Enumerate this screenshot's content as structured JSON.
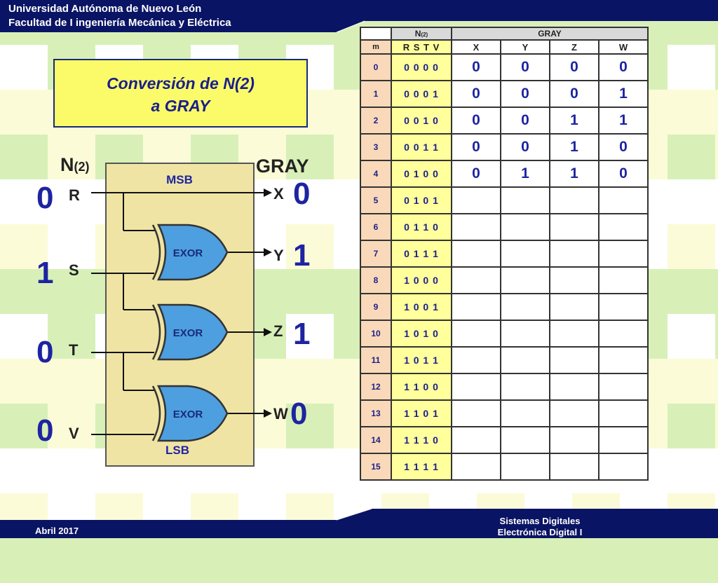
{
  "header": {
    "line1": "Universidad Autónoma de Nuevo León",
    "line2": "Facultad de I ingeniería Mecánica y Eléctrica"
  },
  "footer": {
    "date": "Abril 2017",
    "course_line1": "Sistemas Digitales",
    "course_line2": "Electrónica Digital I"
  },
  "title": {
    "line1": "Conversión de N(2)",
    "line2": "a GRAY"
  },
  "diagram": {
    "n2_label": "N",
    "n2_sub": "(2)",
    "gray_label": "GRAY",
    "msb": "MSB",
    "lsb": "LSB",
    "gate_label": "EXOR",
    "inputs": [
      {
        "name": "R",
        "value": "0"
      },
      {
        "name": "S",
        "value": "1"
      },
      {
        "name": "T",
        "value": "0"
      },
      {
        "name": "V",
        "value": "0"
      }
    ],
    "outputs": [
      {
        "name": "X",
        "value": "0"
      },
      {
        "name": "Y",
        "value": "1"
      },
      {
        "name": "Z",
        "value": "1"
      },
      {
        "name": "W",
        "value": "0"
      }
    ]
  },
  "table": {
    "n2_header": "N",
    "n2_header_sub": "(2)",
    "gray_header": "GRAY",
    "m_header": "m",
    "rstv_header": "R S T V",
    "gray_cols": [
      "X",
      "Y",
      "Z",
      "W"
    ],
    "rows": [
      {
        "m": "0",
        "n": "0 0 0 0",
        "g": [
          "0",
          "0",
          "0",
          "0"
        ]
      },
      {
        "m": "1",
        "n": "0 0 0 1",
        "g": [
          "0",
          "0",
          "0",
          "1"
        ]
      },
      {
        "m": "2",
        "n": "0 0 1 0",
        "g": [
          "0",
          "0",
          "1",
          "1"
        ]
      },
      {
        "m": "3",
        "n": "0 0 1 1",
        "g": [
          "0",
          "0",
          "1",
          "0"
        ]
      },
      {
        "m": "4",
        "n": "0 1 0 0",
        "g": [
          "0",
          "1",
          "1",
          "0"
        ]
      },
      {
        "m": "5",
        "n": "0 1 0 1",
        "g": [
          "",
          "",
          "",
          ""
        ]
      },
      {
        "m": "6",
        "n": "0 1 1 0",
        "g": [
          "",
          "",
          "",
          ""
        ]
      },
      {
        "m": "7",
        "n": "0 1 1 1",
        "g": [
          "",
          "",
          "",
          ""
        ]
      },
      {
        "m": "8",
        "n": "1 0 0 0",
        "g": [
          "",
          "",
          "",
          ""
        ]
      },
      {
        "m": "9",
        "n": "1 0 0 1",
        "g": [
          "",
          "",
          "",
          ""
        ]
      },
      {
        "m": "10",
        "n": "1 0 1 0",
        "g": [
          "",
          "",
          "",
          ""
        ]
      },
      {
        "m": "11",
        "n": "1 0 1 1",
        "g": [
          "",
          "",
          "",
          ""
        ]
      },
      {
        "m": "12",
        "n": "1 1 0 0",
        "g": [
          "",
          "",
          "",
          ""
        ]
      },
      {
        "m": "13",
        "n": "1 1 0 1",
        "g": [
          "",
          "",
          "",
          ""
        ]
      },
      {
        "m": "14",
        "n": "1 1 1 0",
        "g": [
          "",
          "",
          "",
          ""
        ]
      },
      {
        "m": "15",
        "n": "1 1 1 1",
        "g": [
          "",
          "",
          "",
          ""
        ]
      }
    ]
  },
  "colors": {
    "navy": "#0a1464",
    "gate_fill": "#4d9fe0",
    "circuit_bg": "#f0e4a4",
    "title_bg": "#fbfb6a"
  }
}
